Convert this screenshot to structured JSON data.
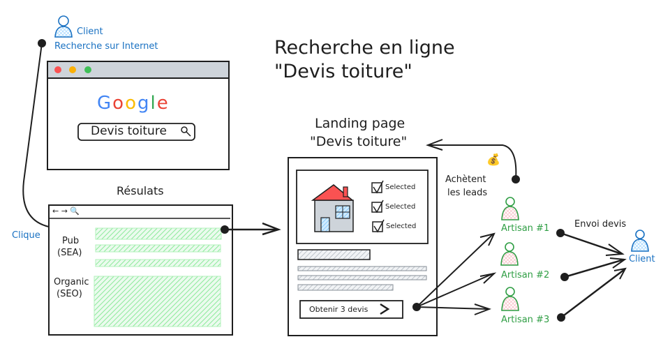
{
  "diagram": {
    "title_line1": "Recherche en ligne",
    "title_line2": "\"Devis toiture\"",
    "client_top": {
      "label": "Client",
      "action": "Recherche sur Internet",
      "icon": "person-icon",
      "color": "#1971c2"
    },
    "google_window": {
      "logo": [
        "G",
        "o",
        "o",
        "g",
        "l",
        "e"
      ],
      "logo_colors": [
        "#4285f4",
        "#ea4335",
        "#fbbc05",
        "#4285f4",
        "#34a853",
        "#ea4335"
      ],
      "search_value": "Devis toiture",
      "dots": [
        "#fa5252",
        "#fab005",
        "#40c057"
      ]
    },
    "results": {
      "label": "Résulats",
      "nav": "← → 🔍",
      "pub_label_1": "Pub",
      "pub_label_2": "(SEA)",
      "organic_label_1": "Organic",
      "organic_label_2": "(SEO)",
      "click_label": "Clique"
    },
    "landing": {
      "title_line1": "Landing page",
      "title_line2": "\"Devis toiture\"",
      "checkboxes": [
        "Selected",
        "Selected",
        "Selected"
      ],
      "cta": "Obtenir 3 devis",
      "cta_icon": "chevron-right-icon"
    },
    "buy_leads": {
      "line1": "Achètent",
      "line2": "les leads",
      "icon": "money-bag-icon",
      "emoji": "💰"
    },
    "artisans": [
      {
        "label": "Artisan #1"
      },
      {
        "label": "Artisan #2"
      },
      {
        "label": "Artisan #3"
      }
    ],
    "send_quotes": "Envoi devis",
    "client_right": {
      "label": "Client",
      "color": "#1971c2"
    },
    "colors": {
      "ink": "#1e1e1e",
      "blue": "#1971c2",
      "green": "#2f9e44",
      "hatch_green": "#b2f2bb",
      "roof": "#fa5252",
      "wall": "#ced4da",
      "window": "#a5d8ff"
    }
  }
}
